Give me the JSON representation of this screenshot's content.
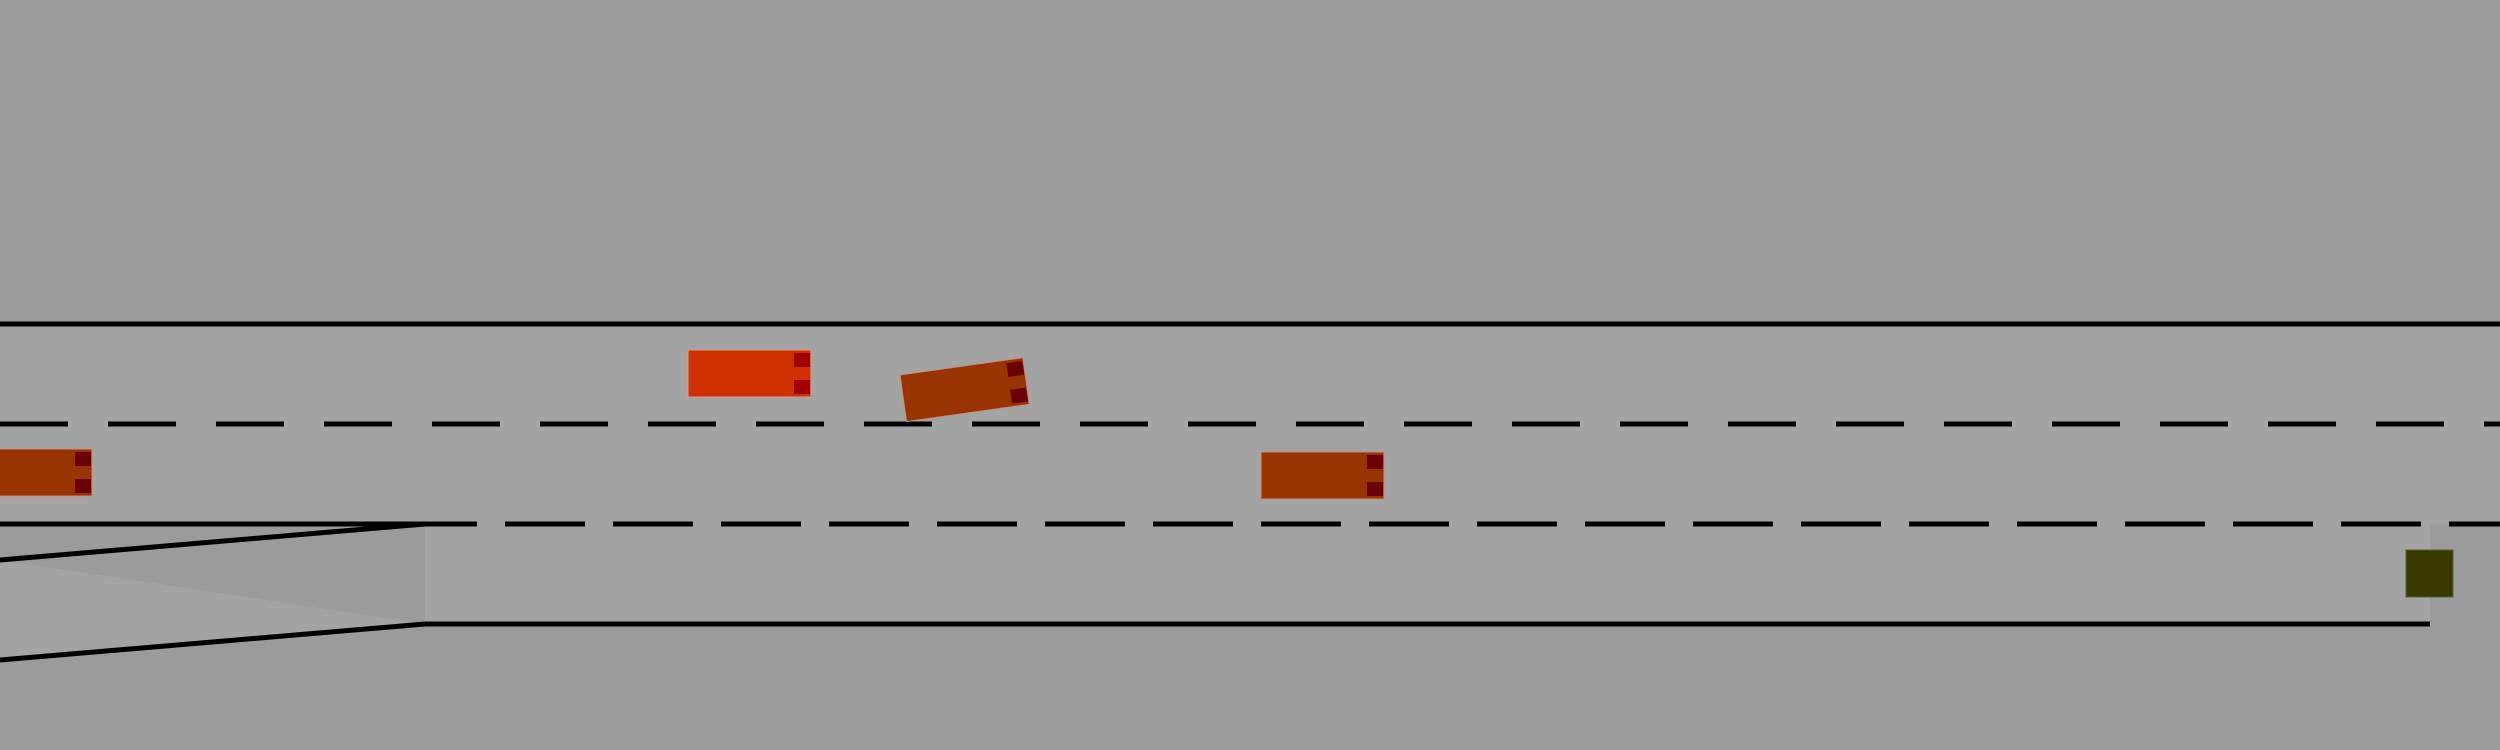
{
  "scene": {
    "type": "highway-merge-simulation",
    "lanes": 3,
    "has_merge_lane": true
  },
  "colors": {
    "background": "#9b9b9b",
    "road": "#a3a3a3",
    "line": "#000000",
    "ego_vehicle": "#d03000",
    "other_vehicle": "#993300",
    "tail_light_ego": "#a00000",
    "tail_light_other": "#6a0000",
    "goal_marker": "#3a3a00"
  },
  "vehicles": [
    {
      "role": "ego",
      "color_key": "ego_vehicle",
      "light_key": "tail_light_ego"
    },
    {
      "role": "other",
      "color_key": "other_vehicle",
      "light_key": "tail_light_other"
    },
    {
      "role": "other",
      "color_key": "other_vehicle",
      "light_key": "tail_light_other"
    },
    {
      "role": "other",
      "color_key": "other_vehicle",
      "light_key": "tail_light_other"
    }
  ],
  "goal": {
    "color_key": "goal_marker"
  }
}
